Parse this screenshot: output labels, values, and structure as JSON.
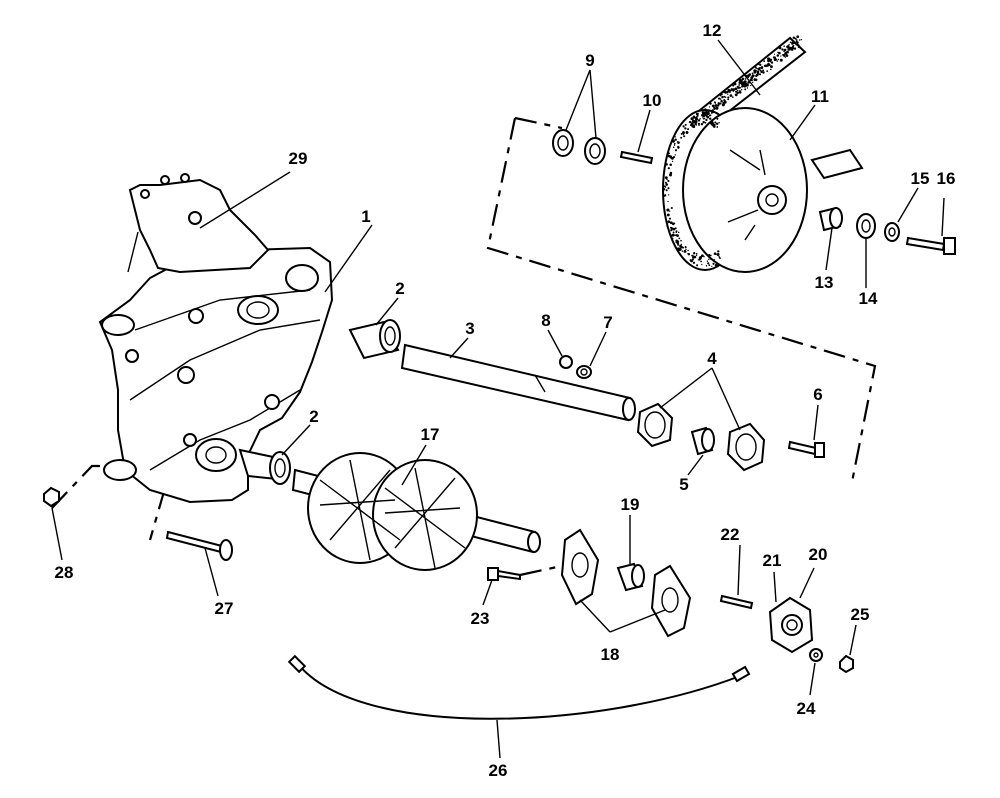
{
  "diagram": {
    "callouts": [
      {
        "id": "1",
        "label": "1"
      },
      {
        "id": "2a",
        "label": "2"
      },
      {
        "id": "2b",
        "label": "2"
      },
      {
        "id": "3",
        "label": "3"
      },
      {
        "id": "4",
        "label": "4"
      },
      {
        "id": "5",
        "label": "5"
      },
      {
        "id": "6",
        "label": "6"
      },
      {
        "id": "7",
        "label": "7"
      },
      {
        "id": "8",
        "label": "8"
      },
      {
        "id": "9",
        "label": "9"
      },
      {
        "id": "10",
        "label": "10"
      },
      {
        "id": "11",
        "label": "11"
      },
      {
        "id": "12",
        "label": "12"
      },
      {
        "id": "13",
        "label": "13"
      },
      {
        "id": "14",
        "label": "14"
      },
      {
        "id": "15",
        "label": "15"
      },
      {
        "id": "16",
        "label": "16"
      },
      {
        "id": "17",
        "label": "17"
      },
      {
        "id": "18",
        "label": "18"
      },
      {
        "id": "19",
        "label": "19"
      },
      {
        "id": "20",
        "label": "20"
      },
      {
        "id": "21",
        "label": "21"
      },
      {
        "id": "22",
        "label": "22"
      },
      {
        "id": "23",
        "label": "23"
      },
      {
        "id": "24",
        "label": "24"
      },
      {
        "id": "25",
        "label": "25"
      },
      {
        "id": "26",
        "label": "26"
      },
      {
        "id": "27",
        "label": "27"
      },
      {
        "id": "28",
        "label": "28"
      },
      {
        "id": "29",
        "label": "29"
      }
    ]
  }
}
